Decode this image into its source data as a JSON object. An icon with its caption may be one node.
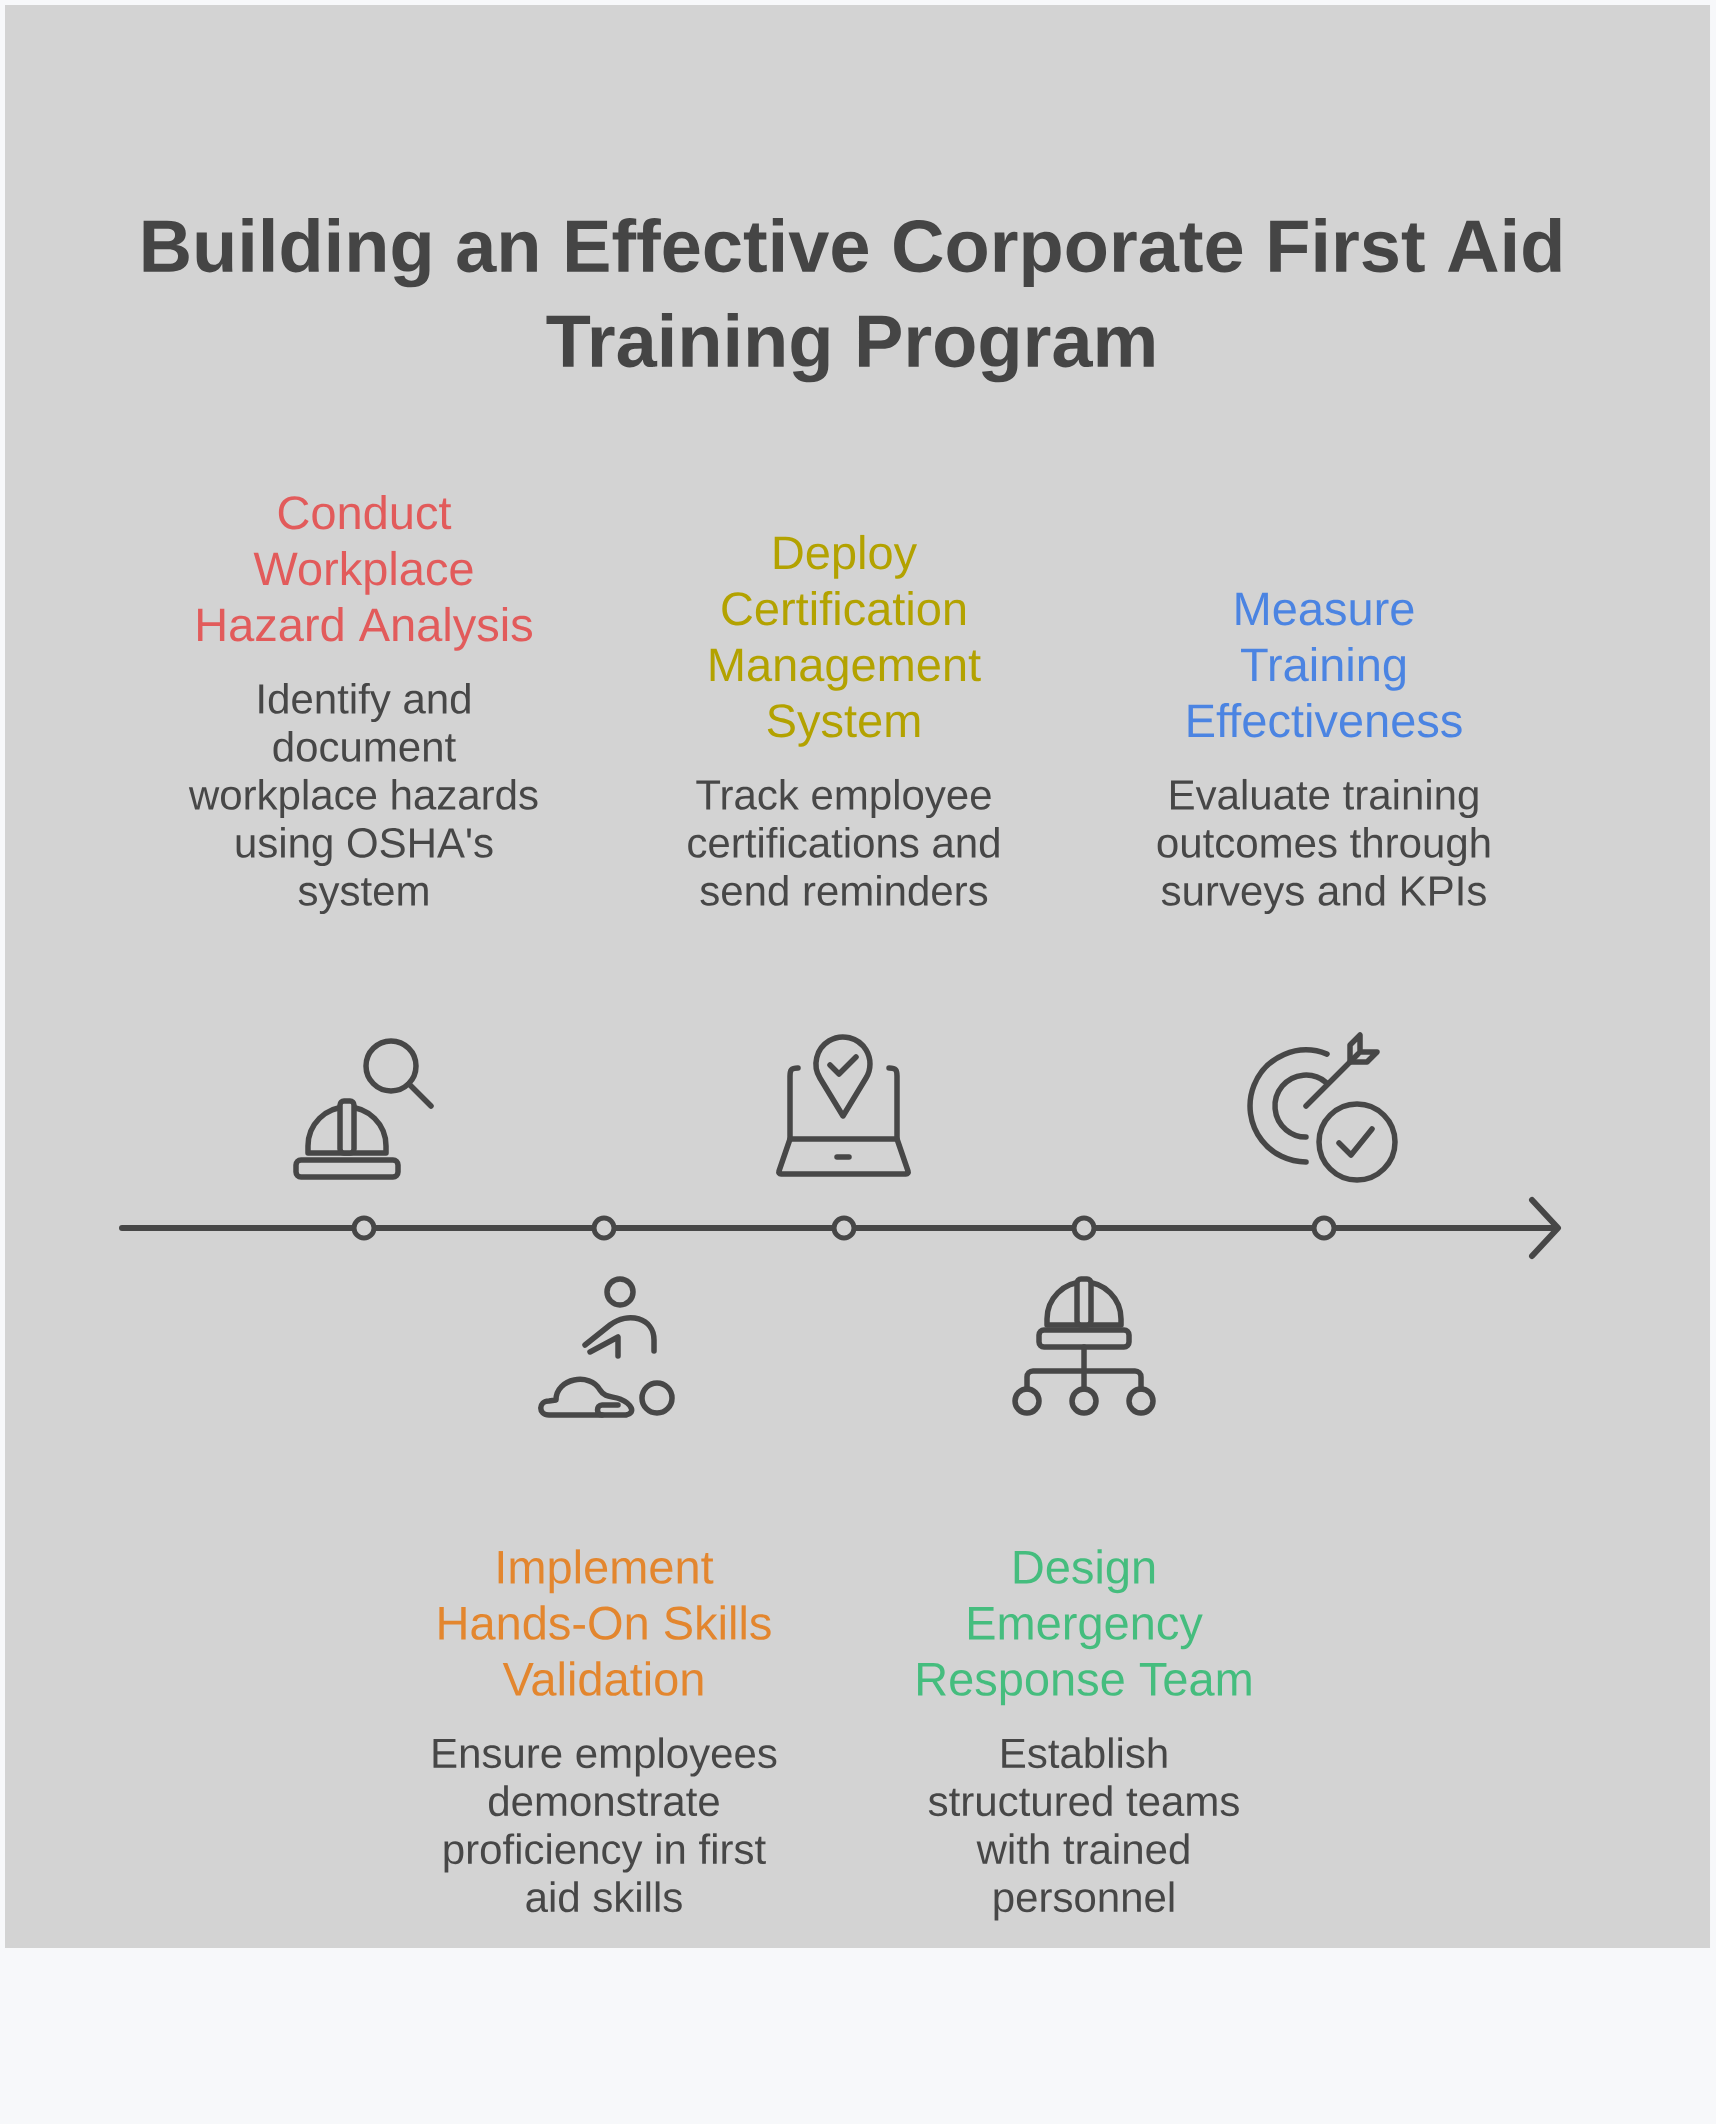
{
  "diagram": {
    "title": "Building an Effective Corporate First Aid Training Program",
    "nodes": [
      {
        "text": [
          "Conduct Workplace Hazard Analysis",
          "Identify and document workplace hazards using OSHA's system"
        ]
      },
      {
        "text": [
          "Implement Hands-On Skills Validation",
          "Ensure employees demonstrate proficiency in first aid skills"
        ]
      },
      {
        "text": [
          "Deploy Certification Management System",
          "Track employee certifications and send reminders"
        ]
      },
      {
        "text": [
          "Design Emergency Response Team",
          "Establish structured teams with trained personnel"
        ]
      },
      {
        "text": [
          "Measure Training Effectiveness",
          "Evaluate training outcomes through surveys and KPIs"
        ]
      },
      {
        "text": [],
        "shape": "circle"
      },
      {
        "text": [],
        "shape": "circle"
      },
      {
        "text": [],
        "shape": "circle"
      },
      {
        "text": [],
        "shape": "circle"
      },
      {
        "text": [],
        "shape": "circle"
      }
    ],
    "edges": [
      {
        "from": null,
        "to": 5,
        "arrow": "none"
      },
      {
        "from": 5,
        "to": 6,
        "arrow": "none"
      },
      {
        "from": 6,
        "to": 7,
        "arrow": "none"
      },
      {
        "from": 7,
        "to": 8,
        "arrow": "none"
      },
      {
        "from": 8,
        "to": 9,
        "arrow": "none"
      },
      {
        "from": 9,
        "to": null,
        "arrow": "to"
      }
    ]
  }
}
